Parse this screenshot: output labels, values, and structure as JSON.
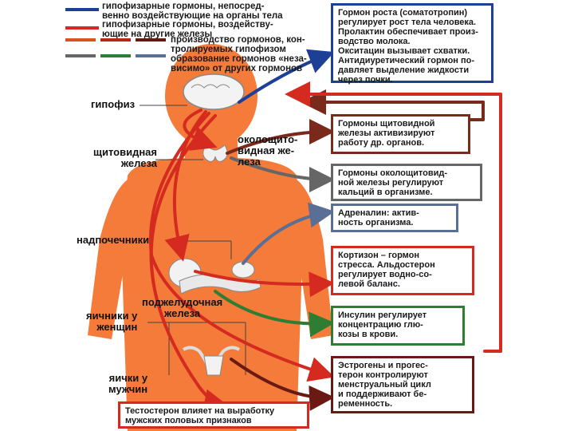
{
  "colors": {
    "body": "#f47b3a",
    "body_dark": "#e0652b",
    "blue": "#1d3f95",
    "red": "#d42a1f",
    "green": "#2e7d32",
    "gray": "#666666",
    "dark_red": "#7a2a1a",
    "steel": "#5a6f95",
    "maroon": "#6a1a12"
  },
  "legend": {
    "item1": "гипофизарные гормоны, непосред-\nвенно воздействующие на органы тела",
    "item2": "гипофизарные гормоны, воздейству-\nющие на другие железы",
    "item3": "производство гормонов, кон-\nтролируемых гипофизом\nобразование гормонов «неза-\nвисимо» от других гормонов"
  },
  "labels": {
    "pituitary": "гипофиз",
    "thyroid": "щитовидная\nжелеза",
    "parathyroid": "околощито-\nвидная же-\nлеза",
    "adrenal": "надпочечники",
    "pancreas": "поджелудочная\nжелеза",
    "ovaries": "яичники у\nженщин",
    "testes": "яички у\nмужчин"
  },
  "boxes": {
    "growth": "Гормон роста (соматотропин)\nрегулирует рост тела человека.\nПролактин обеспечивает произ-\nводство молока.\nОкситацин вызывает схватки.\nАнтидиуретический гормон по-\nдавляет выделение жидкости\nчерез почки.",
    "thyroid": "Гормоны щитовидной\nжелезы активизируют\nработу др. органов.",
    "parathyroid": "Гормоны околощитовид-\nной железы регулируют\nкальций в организме.",
    "adrenaline": "Адреналин: актив-\nность организма.",
    "cortisone": "Кортизон – гормон\nстресса. Альдостерон\nрегулирует водно-со-\nлевой баланс.",
    "insulin": "Инсулин регулирует\nконцентрацию глю-\nкозы в крови.",
    "estrogen": "Эстрогены и прогес-\nтерон контролируют\nменструальный цикл\nи поддерживают бе-\nременность.",
    "testosterone": "Тестостерон влияет на выработку\nмужских половых признаков"
  }
}
